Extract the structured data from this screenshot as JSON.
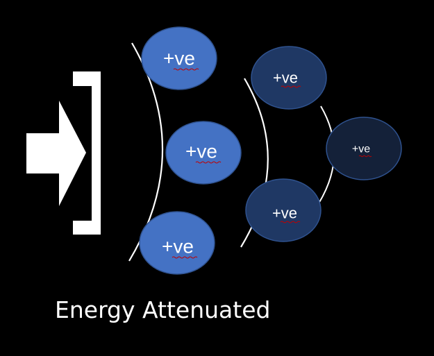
{
  "colors": {
    "background": "#000000",
    "foreground": "#ffffff",
    "circle_stroke": "#2f528f",
    "circle_fill_bright": "#4472c4",
    "circle_fill_mid": "#1f3864",
    "circle_fill_dark": "#142139",
    "spellcheck_underline": "#c00000"
  },
  "particles": [
    {
      "label": "+ve"
    },
    {
      "label": "+ve"
    },
    {
      "label": "+ve"
    },
    {
      "label": "+ve"
    },
    {
      "label": "+ve"
    },
    {
      "label": "+ve"
    }
  ],
  "caption": "Energy Attenuated"
}
